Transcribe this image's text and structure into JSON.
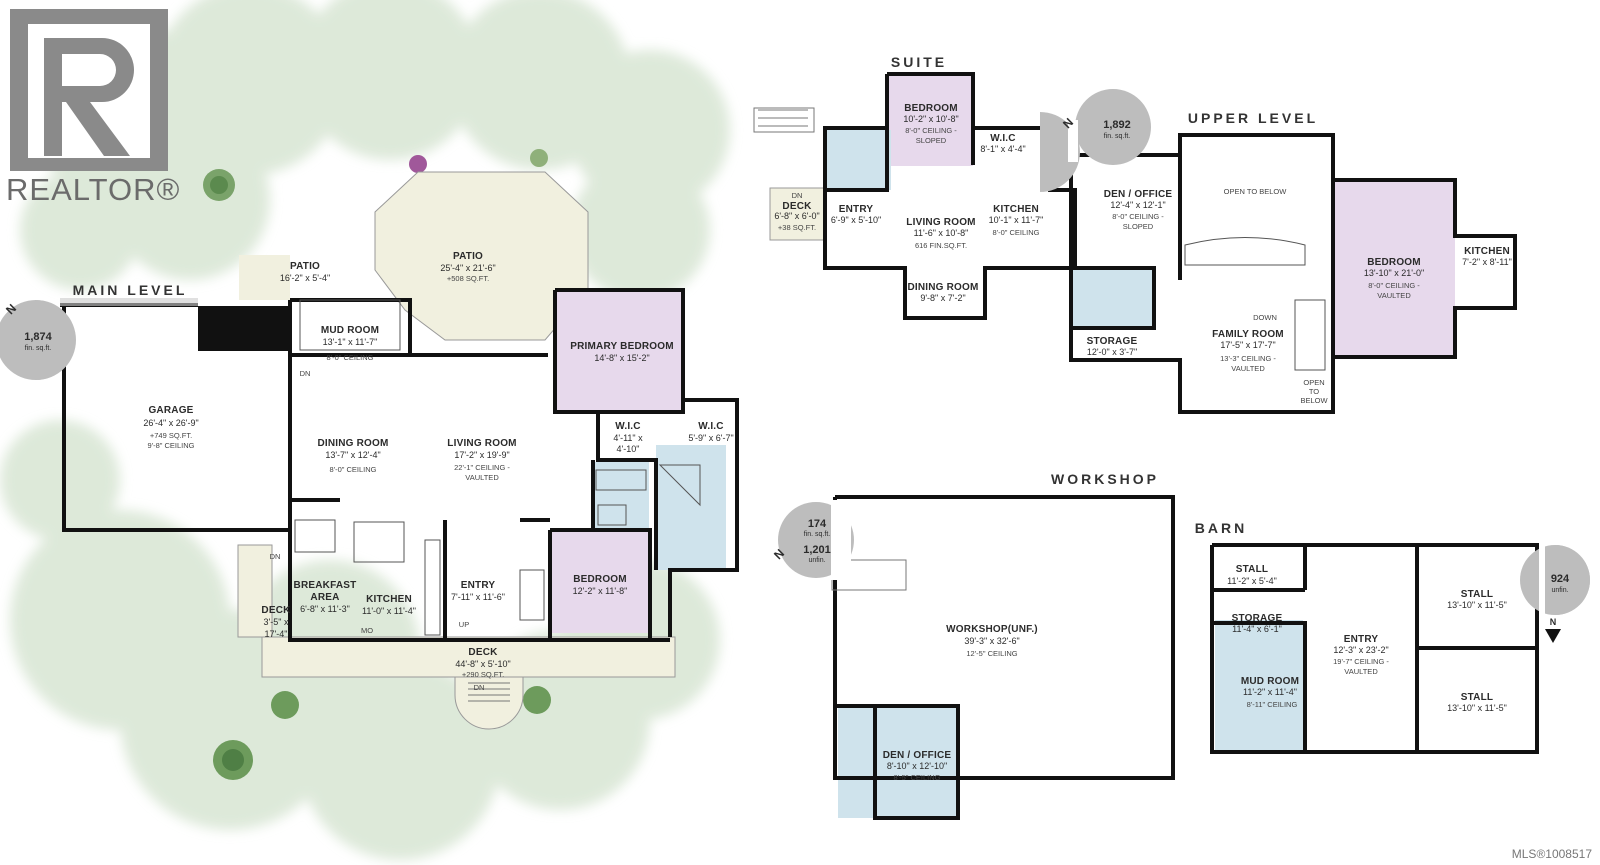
{
  "branding": {
    "realtor_text": "REALTOR®",
    "mls_text": "MLS®1008517"
  },
  "main_level": {
    "header": "MAIN LEVEL",
    "area": {
      "value": "1,874",
      "unit": "fin. sq.ft."
    },
    "rooms": {
      "patio_small": {
        "name": "PATIO",
        "dims": "16'-2\" x 5'-4\""
      },
      "patio_large": {
        "name": "PATIO",
        "dims": "25'-4\" x 21'-6\"",
        "sub1": "+508 SQ.FT."
      },
      "mud_room": {
        "name": "MUD ROOM",
        "dims": "13'-1\" x 11'-7\"",
        "sub1": "8'-0\" CEILING"
      },
      "garage": {
        "name": "GARAGE",
        "dims": "26'-4\" x 26'-9\"",
        "sub1": "+749 SQ.FT.",
        "sub2": "9'-8\" CEILING"
      },
      "dining": {
        "name": "DINING ROOM",
        "dims": "13'-7\" x 12'-4\"",
        "sub1": "8'-0\" CEILING"
      },
      "living": {
        "name": "LIVING ROOM",
        "dims": "17'-2\" x 19'-9\"",
        "sub1": "22'-1\" CEILING -",
        "sub2": "VAULTED"
      },
      "primary": {
        "name": "PRIMARY BEDROOM",
        "dims": "14'-8\" x 15'-2\""
      },
      "wic1": {
        "name": "W.I.C",
        "dims": "4'-11\" x",
        "dims2": "4'-10\""
      },
      "wic2": {
        "name": "W.I.C",
        "dims": "5'-9\" x 6'-7\""
      },
      "breakfast": {
        "name": "BREAKFAST",
        "name2": "AREA",
        "dims": "6'-8\" x 11'-3\""
      },
      "kitchen": {
        "name": "KITCHEN",
        "dims": "11'-0\" x 11'-4\""
      },
      "entry": {
        "name": "ENTRY",
        "dims": "7'-11\" x 11'-6\""
      },
      "bedroom": {
        "name": "BEDROOM",
        "dims": "12'-2\" x 11'-8\""
      },
      "deck_side": {
        "name": "DECK",
        "dims": "3'-5\" x",
        "dims2": "17'-4\""
      },
      "deck_main": {
        "name": "DECK",
        "dims": "44'-8\" x 5'-10\"",
        "sub1": "+290 SQ.FT."
      }
    },
    "marks": {
      "dn1": "DN",
      "dn2": "DN",
      "dn3": "DN",
      "up": "UP",
      "mo": "MO"
    }
  },
  "suite": {
    "header": "SUITE",
    "rooms": {
      "bedroom": {
        "name": "BEDROOM",
        "dims": "10'-2\" x 10'-8\"",
        "sub1": "8'-0\" CEILING -",
        "sub2": "SLOPED"
      },
      "wic": {
        "name": "W.I.C",
        "dims": "8'-1\" x 4'-4\""
      },
      "deck": {
        "pre": "DN",
        "name": "DECK",
        "dims": "6'-8\" x 6'-0\"",
        "sub1": "+38 SQ.FT."
      },
      "entry": {
        "name": "ENTRY",
        "dims": "6'-9\" x 5'-10\""
      },
      "living": {
        "name": "LIVING ROOM",
        "dims": "11'-6\" x 10'-8\"",
        "sub1": "616 FIN.SQ.FT."
      },
      "kitchen": {
        "name": "KITCHEN",
        "dims": "10'-1\" x 11'-7\"",
        "sub1": "8'-0\" CEILING"
      },
      "dining": {
        "name": "DINING ROOM",
        "dims": "9'-8\" x 7'-2\""
      }
    }
  },
  "upper_level": {
    "header": "UPPER LEVEL",
    "area": {
      "value": "1,892",
      "unit": "fin. sq.ft."
    },
    "rooms": {
      "den": {
        "name": "DEN / OFFICE",
        "dims": "12'-4\" x 12'-1\"",
        "sub1": "8'-0\" CEILING -",
        "sub2": "SLOPED"
      },
      "open": {
        "name": "OPEN TO BELOW"
      },
      "bedroom": {
        "name": "BEDROOM",
        "dims": "13'-10\" x 21'-0\"",
        "sub1": "8'-0\" CEILING -",
        "sub2": "VAULTED"
      },
      "kitchen": {
        "name": "KITCHEN",
        "dims": "7'-2\" x 8'-11\""
      },
      "storage": {
        "name": "STORAGE",
        "dims": "12'-0\" x 3'-7\""
      },
      "family": {
        "name": "FAMILY ROOM",
        "dims": "17'-5\" x 17'-7\"",
        "sub1": "13'-3\" CEILING -",
        "sub2": "VAULTED",
        "pre": "DOWN"
      },
      "open2": {
        "l1": "OPEN",
        "l2": "TO",
        "l3": "BELOW"
      }
    }
  },
  "workshop": {
    "header": "WORKSHOP",
    "area1": {
      "value": "174",
      "unit": "fin. sq.ft."
    },
    "area2": {
      "value": "1,201",
      "unit": "unfin."
    },
    "rooms": {
      "workshop": {
        "name": "WORKSHOP(UNF.)",
        "dims": "39'-3\" x 32'-6\"",
        "sub1": "12'-5\" CEILING"
      },
      "den": {
        "name": "DEN / OFFICE",
        "dims": "8'-10\" x 12'-10\"",
        "sub1": "8'-5\" CEILING"
      }
    }
  },
  "barn": {
    "header": "BARN",
    "area": {
      "value": "924",
      "unit": "unfin."
    },
    "rooms": {
      "stall1": {
        "name": "STALL",
        "dims": "11'-2\" x 5'-4\""
      },
      "storage": {
        "name": "STORAGE",
        "dims": "11'-4\" x 6'-1\""
      },
      "mud": {
        "name": "MUD ROOM",
        "dims": "11'-2\" x 11'-4\"",
        "sub1": "8'-11\" CEILING"
      },
      "entry": {
        "name": "ENTRY",
        "dims": "12'-3\" x 23'-2\"",
        "sub1": "19'-7\" CEILING -",
        "sub2": "VAULTED"
      },
      "stall2": {
        "name": "STALL",
        "dims": "13'-10\" x 11'-5\""
      },
      "stall3": {
        "name": "STALL",
        "dims": "13'-10\" x 11'-5\""
      }
    }
  },
  "north_marker": "N",
  "colors": {
    "wall": "#111111",
    "bath": "#cfe3ec",
    "bedroom": "#e7d9ec",
    "patio": "#f1f0df",
    "tree": "#dfe9dc"
  }
}
